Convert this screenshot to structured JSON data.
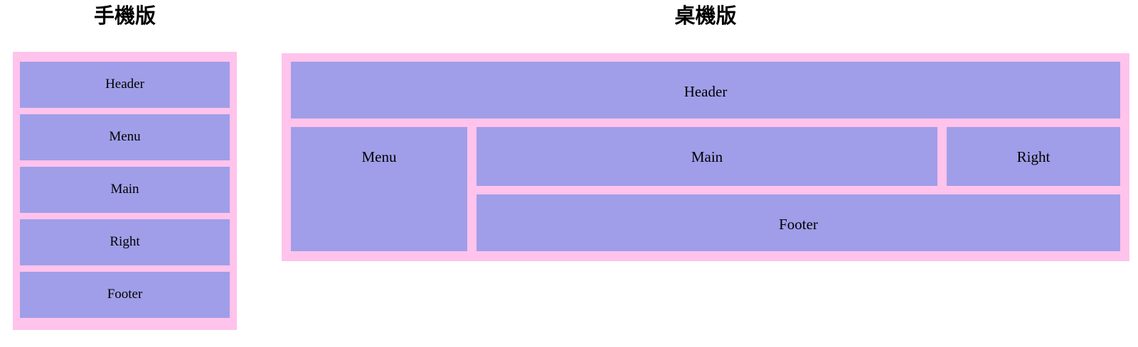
{
  "titles": {
    "mobile": "手機版",
    "desktop": "桌機版"
  },
  "mobile": {
    "items": [
      "Header",
      "Menu",
      "Main",
      "Right",
      "Footer"
    ]
  },
  "desktop": {
    "items": {
      "header": "Header",
      "menu": "Menu",
      "main": "Main",
      "right": "Right",
      "footer": "Footer"
    }
  },
  "colors": {
    "container_pink": "#ffc3ec",
    "box_purple": "#a09ee8",
    "label_text": "#000000",
    "page_background": "#ffffff"
  }
}
